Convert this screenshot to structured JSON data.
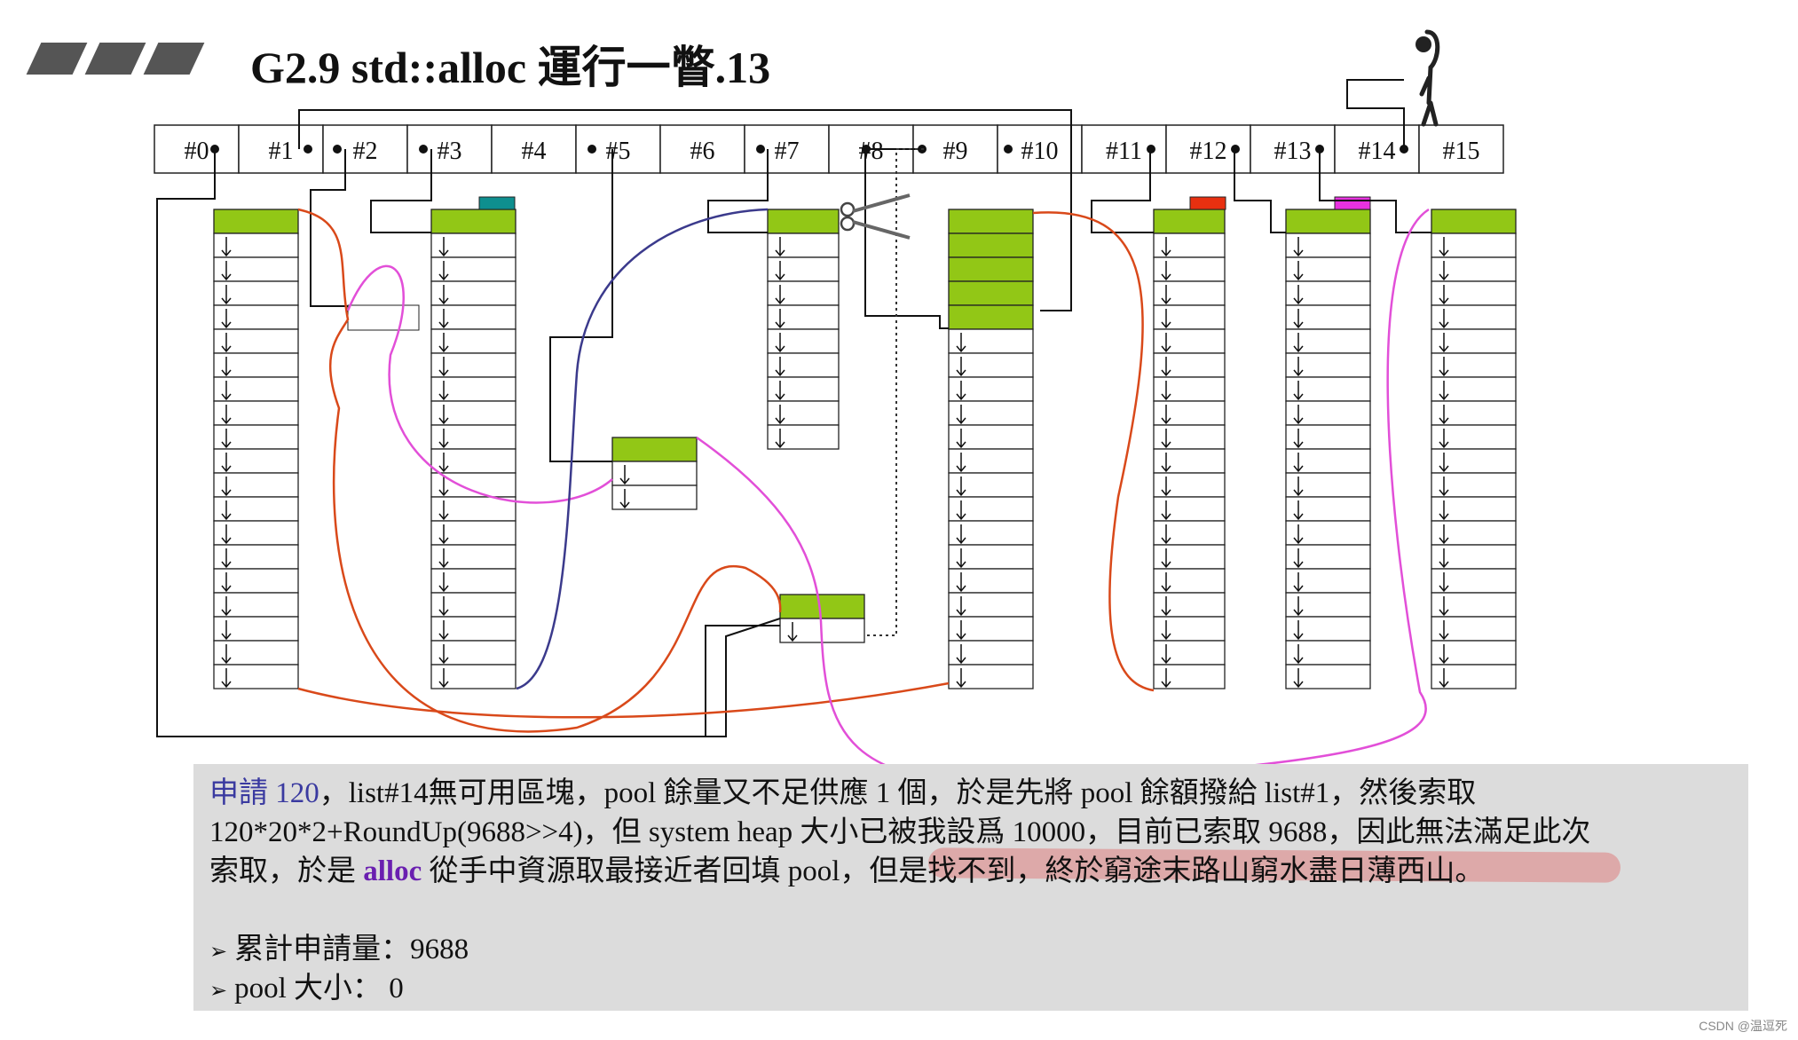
{
  "title": "G2.9 std::alloc 運行一瞥.13",
  "slots": [
    "#0",
    "#1",
    "#2",
    "#3",
    "#4",
    "#5",
    "#6",
    "#7",
    "#8",
    "#9",
    "#10",
    "#11",
    "#12",
    "#13",
    "#14",
    "#15"
  ],
  "description": {
    "line1_prefix": "申請 120",
    "line1_rest": "，list#14無可用區塊，pool 餘量又不足供應 1 個，於是先將 pool 餘額撥給 list#1，然後索取",
    "line2": "120*20*2+RoundUp(9688>>4)，但 system heap 大小已被我設爲 10000，目前已索取 9688，因此無法滿足此次",
    "line3_prefix": "索取，於是 ",
    "line3_bold": "alloc",
    "line3_mid": " 從手中資源取最接近者回填 pool，",
    "line3_marked": "但是找不到，終於窮途末路山窮水盡日薄西山。"
  },
  "bullets": [
    {
      "label": "累計申請量：9688"
    },
    {
      "label": "pool 大小： 0"
    }
  ],
  "colors": {
    "green": "#92c716",
    "teal": "#0e8f8f",
    "red": "#e83010",
    "magenta": "#e832e0",
    "orange_line": "#d9491a",
    "pink_line": "#e24fd8",
    "navy_line": "#3b3a8c",
    "panel": "#dcdcdc"
  },
  "credit": "CSDN @温逗死"
}
